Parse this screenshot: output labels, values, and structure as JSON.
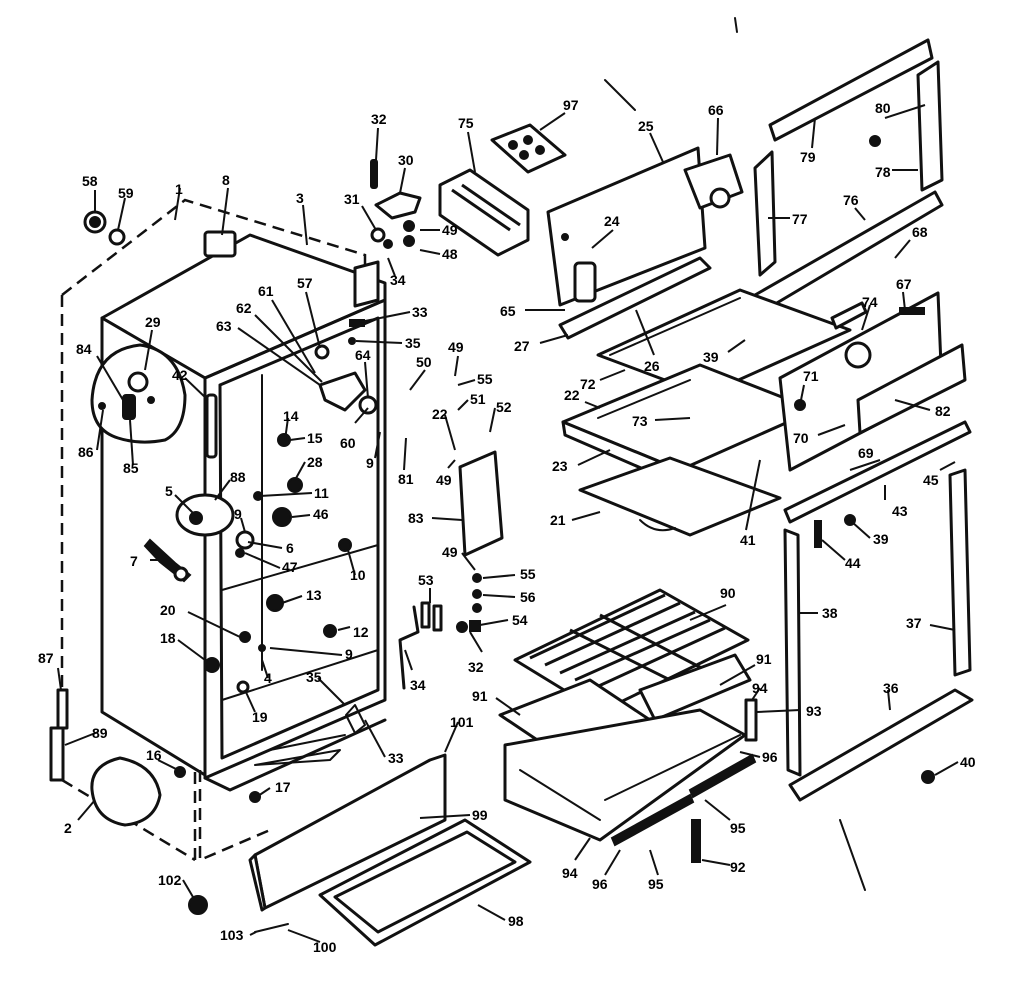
{
  "callouts": [
    {
      "id": "c58",
      "label": "58"
    },
    {
      "id": "c59",
      "label": "59"
    },
    {
      "id": "c1",
      "label": "1"
    },
    {
      "id": "c8",
      "label": "8"
    },
    {
      "id": "c3",
      "label": "3"
    },
    {
      "id": "c32a",
      "label": "32"
    },
    {
      "id": "c30",
      "label": "30"
    },
    {
      "id": "c31",
      "label": "31"
    },
    {
      "id": "c49a",
      "label": "49"
    },
    {
      "id": "c48a",
      "label": "48"
    },
    {
      "id": "c34a",
      "label": "34"
    },
    {
      "id": "c75",
      "label": "75"
    },
    {
      "id": "c97",
      "label": "97"
    },
    {
      "id": "c25",
      "label": "25"
    },
    {
      "id": "c66",
      "label": "66"
    },
    {
      "id": "c80",
      "label": "80"
    },
    {
      "id": "c79",
      "label": "79"
    },
    {
      "id": "c78",
      "label": "78"
    },
    {
      "id": "c77",
      "label": "77"
    },
    {
      "id": "c76",
      "label": "76"
    },
    {
      "id": "c68",
      "label": "68"
    },
    {
      "id": "c24",
      "label": "24"
    },
    {
      "id": "c65",
      "label": "65"
    },
    {
      "id": "c27",
      "label": "27"
    },
    {
      "id": "c26a",
      "label": "26"
    },
    {
      "id": "c39a",
      "label": "39"
    },
    {
      "id": "c74",
      "label": "74"
    },
    {
      "id": "c67",
      "label": "67"
    },
    {
      "id": "c29",
      "label": "29"
    },
    {
      "id": "c84",
      "label": "84"
    },
    {
      "id": "c42",
      "label": "42"
    },
    {
      "id": "c86",
      "label": "86"
    },
    {
      "id": "c85",
      "label": "85"
    },
    {
      "id": "c61",
      "label": "61"
    },
    {
      "id": "c57",
      "label": "57"
    },
    {
      "id": "c62",
      "label": "62"
    },
    {
      "id": "c63",
      "label": "63"
    },
    {
      "id": "c33a",
      "label": "33"
    },
    {
      "id": "c35a",
      "label": "35"
    },
    {
      "id": "c64",
      "label": "64"
    },
    {
      "id": "c50",
      "label": "50"
    },
    {
      "id": "c49b",
      "label": "49"
    },
    {
      "id": "c55a",
      "label": "55"
    },
    {
      "id": "c51",
      "label": "51"
    },
    {
      "id": "c52",
      "label": "52"
    },
    {
      "id": "c22a",
      "label": "22"
    },
    {
      "id": "c72",
      "label": "72"
    },
    {
      "id": "c22b",
      "label": "22"
    },
    {
      "id": "c73",
      "label": "73"
    },
    {
      "id": "c71",
      "label": "71"
    },
    {
      "id": "c70",
      "label": "70"
    },
    {
      "id": "c82",
      "label": "82"
    },
    {
      "id": "c14",
      "label": "14"
    },
    {
      "id": "c15",
      "label": "15"
    },
    {
      "id": "c60",
      "label": "60"
    },
    {
      "id": "c9a",
      "label": "9"
    },
    {
      "id": "c81",
      "label": "81"
    },
    {
      "id": "c49c",
      "label": "49"
    },
    {
      "id": "c28",
      "label": "28"
    },
    {
      "id": "c11",
      "label": "11"
    },
    {
      "id": "c88",
      "label": "88"
    },
    {
      "id": "c5",
      "label": "5"
    },
    {
      "id": "c9b",
      "label": "9"
    },
    {
      "id": "c46",
      "label": "46"
    },
    {
      "id": "c6",
      "label": "6"
    },
    {
      "id": "c47",
      "label": "47"
    },
    {
      "id": "c7",
      "label": "7"
    },
    {
      "id": "c10",
      "label": "10"
    },
    {
      "id": "c83",
      "label": "83"
    },
    {
      "id": "c23",
      "label": "23"
    },
    {
      "id": "c21",
      "label": "21"
    },
    {
      "id": "c41",
      "label": "41"
    },
    {
      "id": "c69",
      "label": "69"
    },
    {
      "id": "c45",
      "label": "45"
    },
    {
      "id": "c43",
      "label": "43"
    },
    {
      "id": "c39b",
      "label": "39"
    },
    {
      "id": "c44",
      "label": "44"
    },
    {
      "id": "c49d",
      "label": "49"
    },
    {
      "id": "c55b",
      "label": "55"
    },
    {
      "id": "c53",
      "label": "53"
    },
    {
      "id": "c56",
      "label": "56"
    },
    {
      "id": "c54",
      "label": "54"
    },
    {
      "id": "c32b",
      "label": "32"
    },
    {
      "id": "c34b",
      "label": "34"
    },
    {
      "id": "c90",
      "label": "90"
    },
    {
      "id": "c38",
      "label": "38"
    },
    {
      "id": "c37",
      "label": "37"
    },
    {
      "id": "c13",
      "label": "13"
    },
    {
      "id": "c20",
      "label": "20"
    },
    {
      "id": "c18",
      "label": "18"
    },
    {
      "id": "c12",
      "label": "12"
    },
    {
      "id": "c9c",
      "label": "9"
    },
    {
      "id": "c4",
      "label": "4"
    },
    {
      "id": "c87",
      "label": "87"
    },
    {
      "id": "c35b",
      "label": "35"
    },
    {
      "id": "c19",
      "label": "19"
    },
    {
      "id": "c91a",
      "label": "91"
    },
    {
      "id": "c91b",
      "label": "91"
    },
    {
      "id": "c94a",
      "label": "94"
    },
    {
      "id": "c93",
      "label": "93"
    },
    {
      "id": "c36",
      "label": "36"
    },
    {
      "id": "c89",
      "label": "89"
    },
    {
      "id": "c16",
      "label": "16"
    },
    {
      "id": "c17",
      "label": "17"
    },
    {
      "id": "c33b",
      "label": "33"
    },
    {
      "id": "c101",
      "label": "101"
    },
    {
      "id": "c96a",
      "label": "96"
    },
    {
      "id": "c40",
      "label": "40"
    },
    {
      "id": "c2",
      "label": "2"
    },
    {
      "id": "c99",
      "label": "99"
    },
    {
      "id": "c95a",
      "label": "95"
    },
    {
      "id": "c94b",
      "label": "94"
    },
    {
      "id": "c96b",
      "label": "96"
    },
    {
      "id": "c95b",
      "label": "95"
    },
    {
      "id": "c92",
      "label": "92"
    },
    {
      "id": "c102",
      "label": "102"
    },
    {
      "id": "c98",
      "label": "98"
    },
    {
      "id": "c103",
      "label": "103"
    },
    {
      "id": "c100",
      "label": "100"
    }
  ]
}
